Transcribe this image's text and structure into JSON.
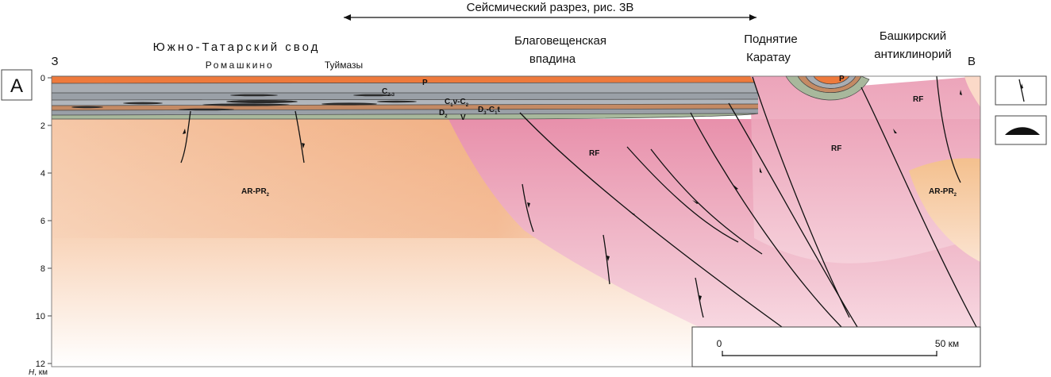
{
  "panel_letter": "A",
  "seismic_label": "Сейсмический разрез, рис. 3В",
  "structures": {
    "south_tatar": "Южно-Татарский свод",
    "romashkino": "Ромашкино",
    "tuymazy": "Туймазы",
    "blagoveshchensk_line1": "Благовещенская",
    "blagoveshchensk_line2": "впадина",
    "karatau_line1": "Поднятие",
    "karatau_line2": "Каратау",
    "bashkir_line1": "Башкирский",
    "bashkir_line2": "антиклинорий"
  },
  "directions": {
    "west": "З",
    "east": "В"
  },
  "depth_axis": {
    "ticks": [
      "0",
      "2",
      "4",
      "6",
      "8",
      "10",
      "12"
    ],
    "label_italic": "H",
    "label_unit": ", км"
  },
  "units": {
    "p": "P",
    "p_east": "P",
    "c23_main": "C",
    "c23_sub": "2-3",
    "c1c2_a": "C",
    "c1c2_sub1": "1",
    "c1c2_mid": "v-C",
    "c1c2_sub2": "2",
    "d2_main": "D",
    "d2_sub": "2",
    "v": "V",
    "d3c1t_a": "D",
    "d3c1t_sub1": "3",
    "d3c1t_mid": "-C",
    "d3c1t_sub2": "1",
    "d3c1t_end": "t",
    "rf_1": "RF",
    "rf_2": "RF",
    "rf_3": "RF",
    "arpr_left_main": "AR-PR",
    "arpr_left_sub": "2",
    "arpr_right_main": "AR-PR",
    "arpr_right_sub": "2"
  },
  "scale_bar": {
    "start": "0",
    "end": "50 км"
  },
  "legend": {
    "items": [
      "fault-symbol",
      "lens-symbol"
    ]
  },
  "colors": {
    "permian": "#ee7a3c",
    "paleozoic_gray": "#a5aab0",
    "devonian_brown": "#c48a64",
    "vendian_green": "#a8b89c",
    "riphean_pink": "#e9a0b4",
    "archean_orange": "#f2b98a"
  }
}
